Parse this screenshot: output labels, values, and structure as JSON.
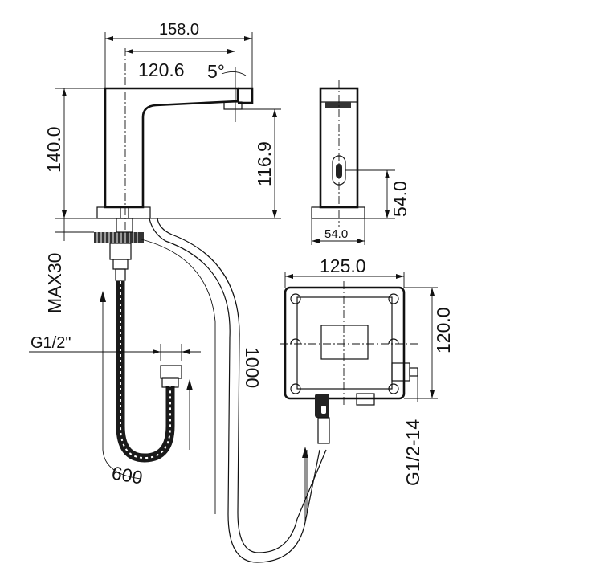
{
  "drawing": {
    "dims": {
      "spout_length": "158.0",
      "spout_reach": "120.6",
      "spout_angle": "5°",
      "body_height": "140.0",
      "outlet_height": "116.9",
      "sensor_height": "54.0",
      "body_width": "54.0",
      "max_deck": "MAX30",
      "inlet_thread": "G1/2\"",
      "flex_hose": "600",
      "cable_length": "1000",
      "box_width": "125.0",
      "box_height": "120.0",
      "box_inlet": "G1/2-14"
    }
  }
}
